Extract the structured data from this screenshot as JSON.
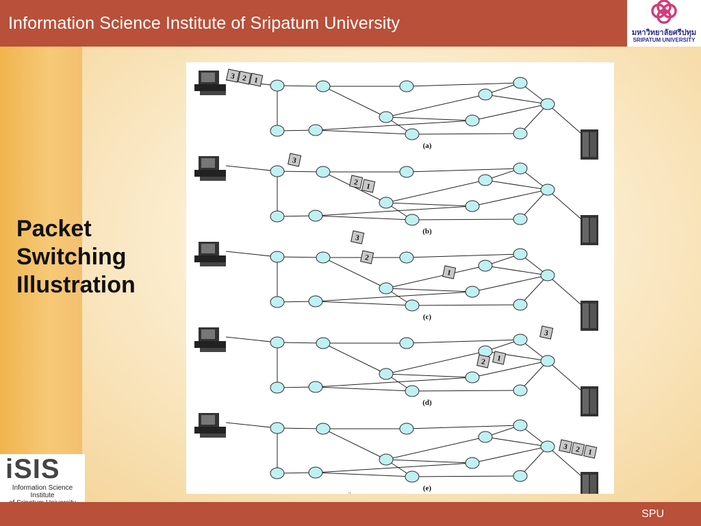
{
  "header": {
    "title": "Information Science Institute of Sripatum University",
    "logo_thai": "มหาวิทยาลัยศรีปทุม",
    "logo_english": "SRIPATUM UNIVERSITY"
  },
  "slide": {
    "title_lines": [
      "Packet",
      "Switching",
      "Illustration"
    ]
  },
  "footer": {
    "label": "SPU",
    "isis_logo": "iSIS",
    "isis_caption_1": "Information Science Institute",
    "isis_caption_2": "of Sripatum University"
  },
  "diagram": {
    "panel_labels": [
      "(a)",
      "(b)",
      "(c)",
      "(d)",
      "(e)"
    ],
    "colors": {
      "node_fill": "#bff0f2",
      "node_stroke": "#2a2a2a",
      "packet_fill": "#c8c8c8"
    }
  }
}
